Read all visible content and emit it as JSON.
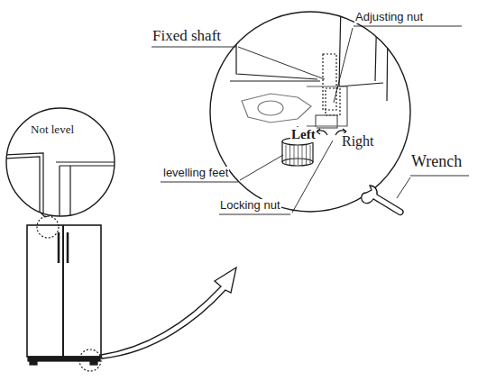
{
  "diagram": {
    "labels": [
      "Adjusting nut",
      "Fixed shaft",
      "Not level",
      "Left",
      "Right",
      "levelling feet",
      "Wrench",
      "Locking nut"
    ]
  }
}
